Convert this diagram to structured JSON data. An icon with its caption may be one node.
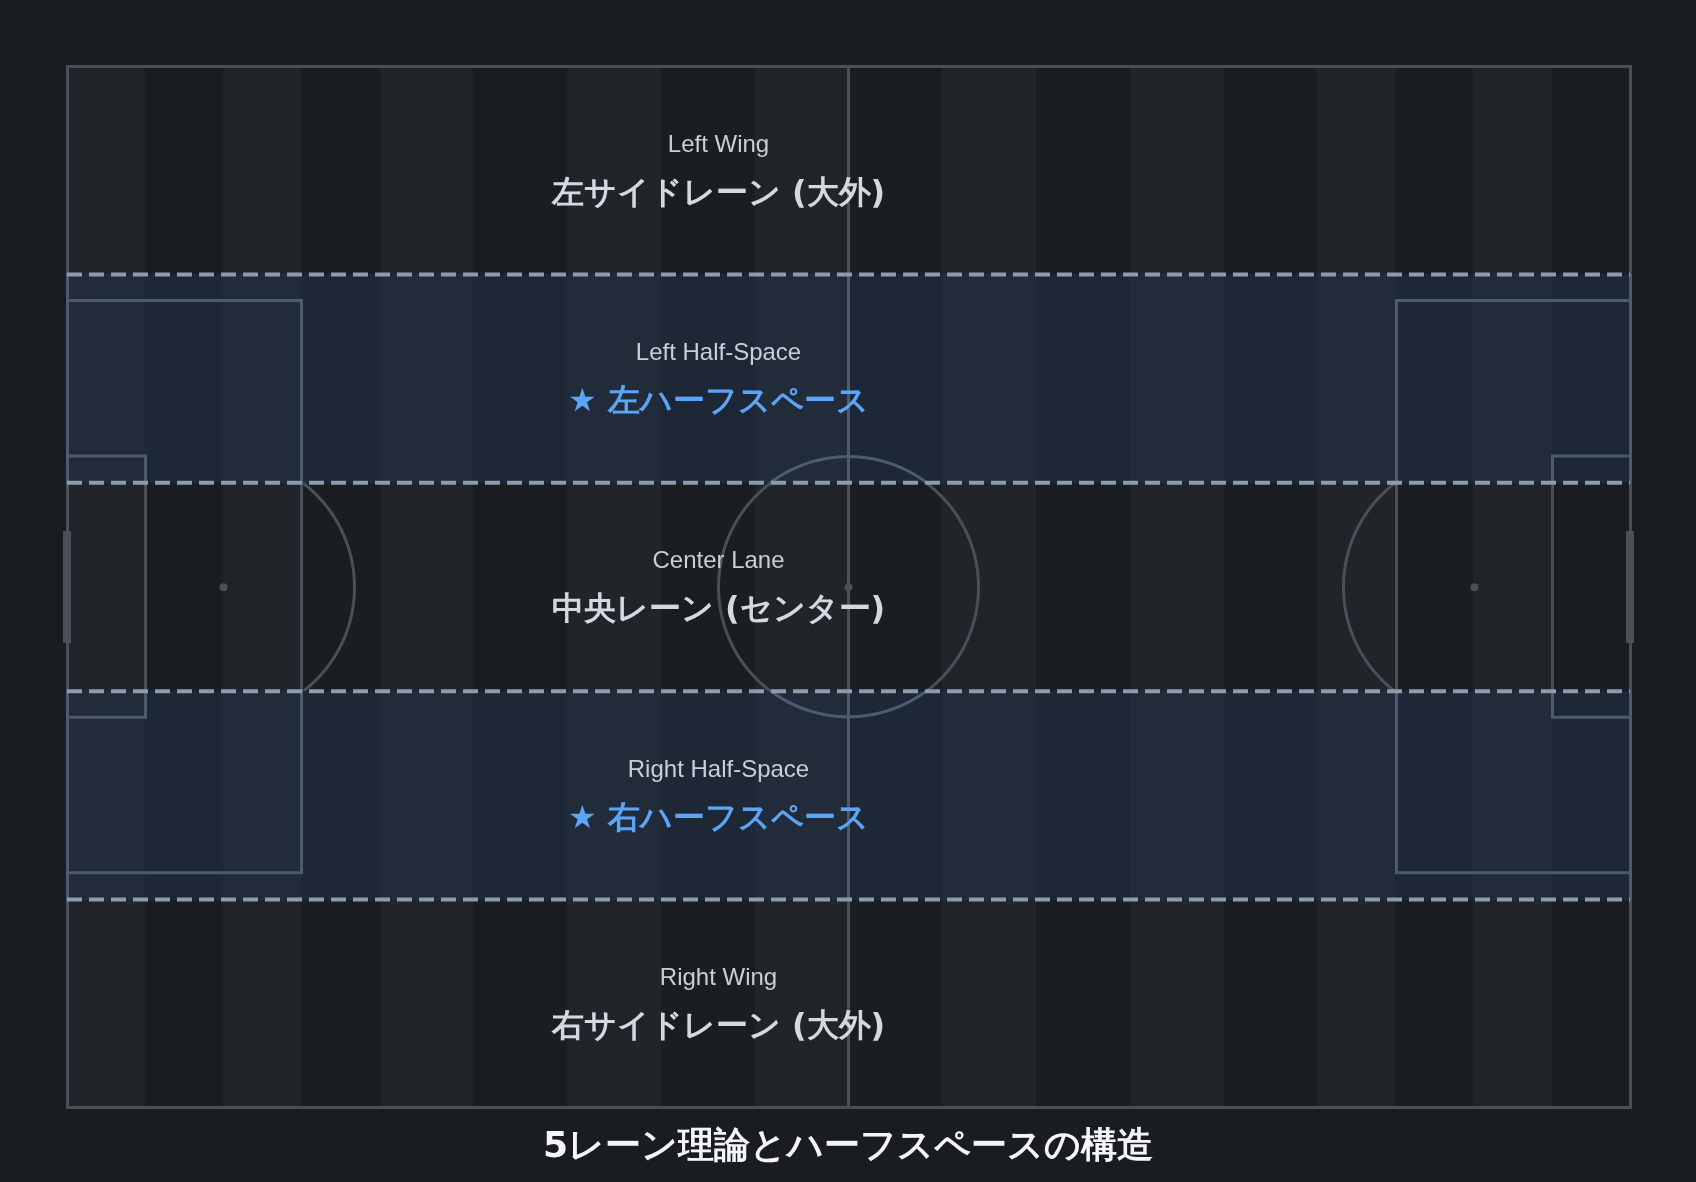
{
  "diagram": {
    "title": "5レーン理論とハーフスペースの構造",
    "nodes": [
      {
        "text": [
          "Left Wing",
          "左サイドレーン (大外)"
        ]
      },
      {
        "text": [
          "Left Half-Space",
          "★ 左ハーフスペース"
        ]
      },
      {
        "text": [
          "Center Lane",
          "中央レーン (センター)"
        ]
      },
      {
        "text": [
          "Right Half-Space",
          "★ 右ハーフスペース"
        ]
      },
      {
        "text": [
          "Right Wing",
          "右サイドレーン (大外)"
        ]
      }
    ]
  }
}
